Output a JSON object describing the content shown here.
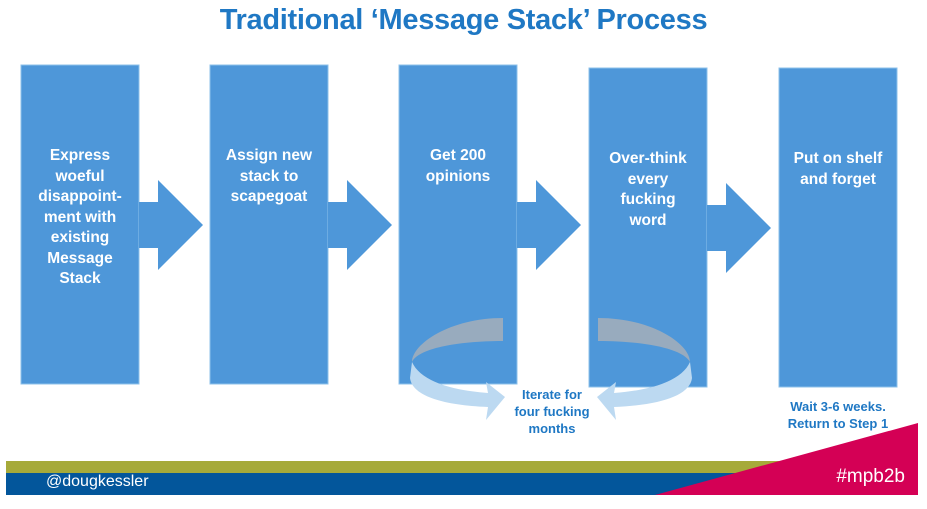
{
  "title": "Traditional ‘Message Stack’ Process",
  "colors": {
    "title": "#1f78c4",
    "box": "#4e97d9",
    "box_border": "#8cc0ea",
    "loop_back": "#98abbe",
    "loop_front": "#bcd9f1",
    "note_text": "#1f78c4",
    "footer_green": "#a6aa3a",
    "footer_blue": "#03569b",
    "footer_pink": "#d40055"
  },
  "steps": [
    {
      "label": "Express\nwoeful\ndisappoint-\nment with\nexisting\nMessage\nStack"
    },
    {
      "label": "Assign new\nstack to\nscapegoat"
    },
    {
      "label": "Get 200\nopinions"
    },
    {
      "label": "Over-think\nevery\nfucking\nword"
    },
    {
      "label": "Put on shelf\nand forget"
    }
  ],
  "loop_note": "Iterate for\nfour fucking\nmonths",
  "final_note": "Wait 3-6 weeks.\nReturn to Step 1",
  "footer": {
    "handle": "@dougkessler",
    "hashtag": "#mpb2b"
  }
}
